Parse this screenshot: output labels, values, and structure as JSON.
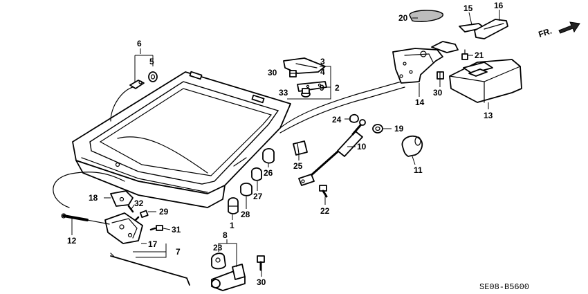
{
  "diagram": {
    "code": "SE08-B5600",
    "direction_label": "FR.",
    "callouts": {
      "c1": "1",
      "c2": "2",
      "c3": "3",
      "c4": "4",
      "c5": "5",
      "c6": "6",
      "c7": "7",
      "c8": "8",
      "c9": "9",
      "c10": "10",
      "c11": "11",
      "c12": "12",
      "c13": "13",
      "c14": "14",
      "c15": "15",
      "c16": "16",
      "c17": "17",
      "c18": "18",
      "c19": "19",
      "c20": "20",
      "c21": "21",
      "c22": "22",
      "c23": "23",
      "c24": "24",
      "c25": "25",
      "c26": "26",
      "c27": "27",
      "c28": "28",
      "c29": "29",
      "c30a": "30",
      "c30b": "30",
      "c30c": "30",
      "c31": "31",
      "c32": "32",
      "c33": "33"
    }
  }
}
